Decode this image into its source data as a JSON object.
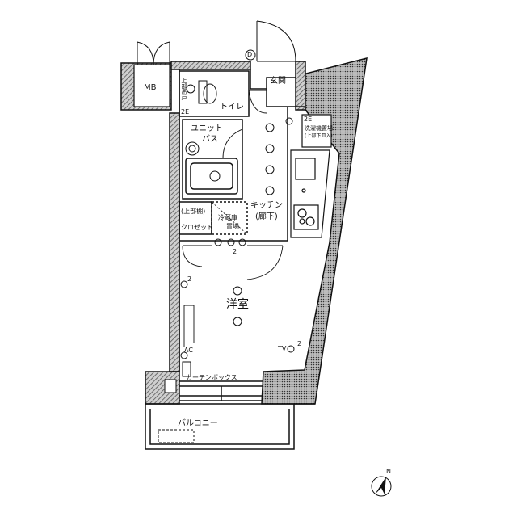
{
  "rooms": {
    "toilet": "トイレ",
    "entrance": "玄関",
    "unit_bath_line1": "ユニット",
    "unit_bath_line2": "バス",
    "kitchen_line1": "キッチン",
    "kitchen_line2": "(廊下)",
    "closet": "クロゼット",
    "western_room": "洋室",
    "curtain_box": "カーテンボックス",
    "balcony": "バルコニー",
    "meter_box": "MB"
  },
  "annotations": {
    "upper_shelf": "(上部棚)",
    "toilet_shelf": "上部吊戸",
    "washer_line1": "洗濯機置場",
    "washer_line2": "(上部下皿入)",
    "fridge_line1": "冷蔵庫",
    "fridge_line2": "置場",
    "door_mark": "D",
    "ac": "AC",
    "tv": "TV",
    "outlet_2e_a": "2E",
    "outlet_2e_b": "2E",
    "outlet_2_a": "2",
    "outlet_2_b": "2",
    "outlet_2_c": "2",
    "compass": "N"
  },
  "colors": {
    "line": "#111111",
    "hatch": "#444444",
    "wall_fill": "#d8d8d8"
  }
}
